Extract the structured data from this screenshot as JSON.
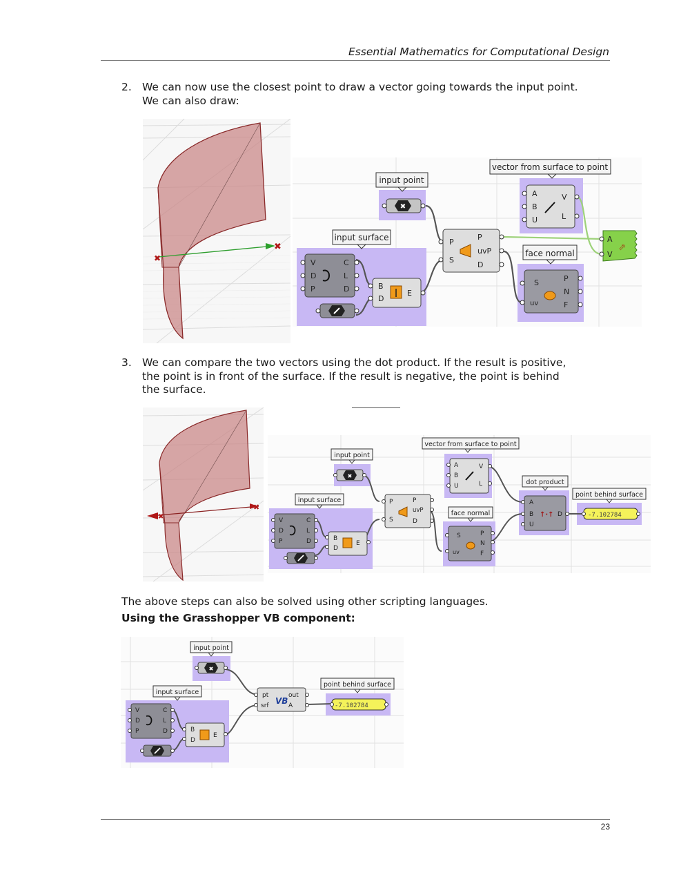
{
  "header": {
    "title": "Essential Mathematics for Computational Design"
  },
  "steps": [
    {
      "number": "2.",
      "lines": [
        "We can now use the closest point to draw a vector going towards the input point.",
        "We can also draw:"
      ]
    },
    {
      "number": "3.",
      "lines": [
        "We can compare the two vectors using the dot product. If the result is positive,",
        "the point is in front of the surface. If the result is negative, the point is behind",
        "the surface."
      ]
    }
  ],
  "closing": {
    "text": "The above steps can also be solved using other scripting languages.",
    "heading": "Using the Grasshopper VB component:"
  },
  "figure1": {
    "tags": {
      "input_point": "input point",
      "input_surface": "input surface",
      "vector": "vector from surface to point",
      "face_normal": "face normal"
    },
    "surface_params": {
      "in": [
        "V",
        "D",
        "P"
      ],
      "out": [
        "C",
        "L",
        "D"
      ]
    },
    "brep_edges": {
      "in": [
        "B",
        "D"
      ],
      "out": [
        "E"
      ]
    },
    "closest_point": {
      "in": [
        "P",
        "S"
      ],
      "out": [
        "P",
        "uvP",
        "D"
      ]
    },
    "vector2pt": {
      "in": [
        "A",
        "B",
        "U"
      ],
      "out": [
        "V",
        "L"
      ]
    },
    "eval_surface": {
      "in": [
        "S",
        "uv"
      ],
      "out": [
        "P",
        "N",
        "F"
      ]
    },
    "vector_display": {
      "in": [
        "A",
        "V"
      ]
    }
  },
  "figure2": {
    "tags": {
      "input_point": "input point",
      "input_surface": "input surface",
      "vector": "vector from surface to point",
      "face_normal": "face normal",
      "dot_product": "dot product",
      "result": "point behind surface"
    },
    "surface_params": {
      "in": [
        "V",
        "D",
        "P"
      ],
      "out": [
        "C",
        "L",
        "D"
      ]
    },
    "brep_edges": {
      "in": [
        "B",
        "D"
      ],
      "out": [
        "E"
      ]
    },
    "closest_point": {
      "in": [
        "P",
        "S"
      ],
      "out": [
        "P",
        "uvP",
        "D"
      ]
    },
    "vector2pt": {
      "in": [
        "A",
        "B",
        "U"
      ],
      "out": [
        "V",
        "L"
      ]
    },
    "eval_surface": {
      "in": [
        "S",
        "uv"
      ],
      "out": [
        "P",
        "N",
        "F"
      ]
    },
    "dot": {
      "in": [
        "A",
        "B",
        "U"
      ],
      "out": [
        "D"
      ]
    },
    "panel_value": "-7.102784"
  },
  "figure3": {
    "tags": {
      "input_point": "input point",
      "input_surface": "input surface",
      "result": "point behind surface"
    },
    "surface_params": {
      "in": [
        "V",
        "D",
        "P"
      ],
      "out": [
        "C",
        "L",
        "D"
      ]
    },
    "brep_edges": {
      "in": [
        "B",
        "D"
      ],
      "out": [
        "E"
      ]
    },
    "vb": {
      "in": [
        "pt",
        "srf"
      ],
      "out": [
        "out",
        "A"
      ],
      "icon": "VB"
    },
    "panel_value": "-7.102784"
  },
  "footer": {
    "page_number": "23"
  },
  "colors": {
    "group_fill": "#c8b8f4",
    "surface_fill": "#c98585",
    "surface_edge": "#9a2a2a",
    "vector_green": "#3aa33a",
    "panel_yellow": "#f4f25a",
    "display_green": "#86d14a"
  }
}
